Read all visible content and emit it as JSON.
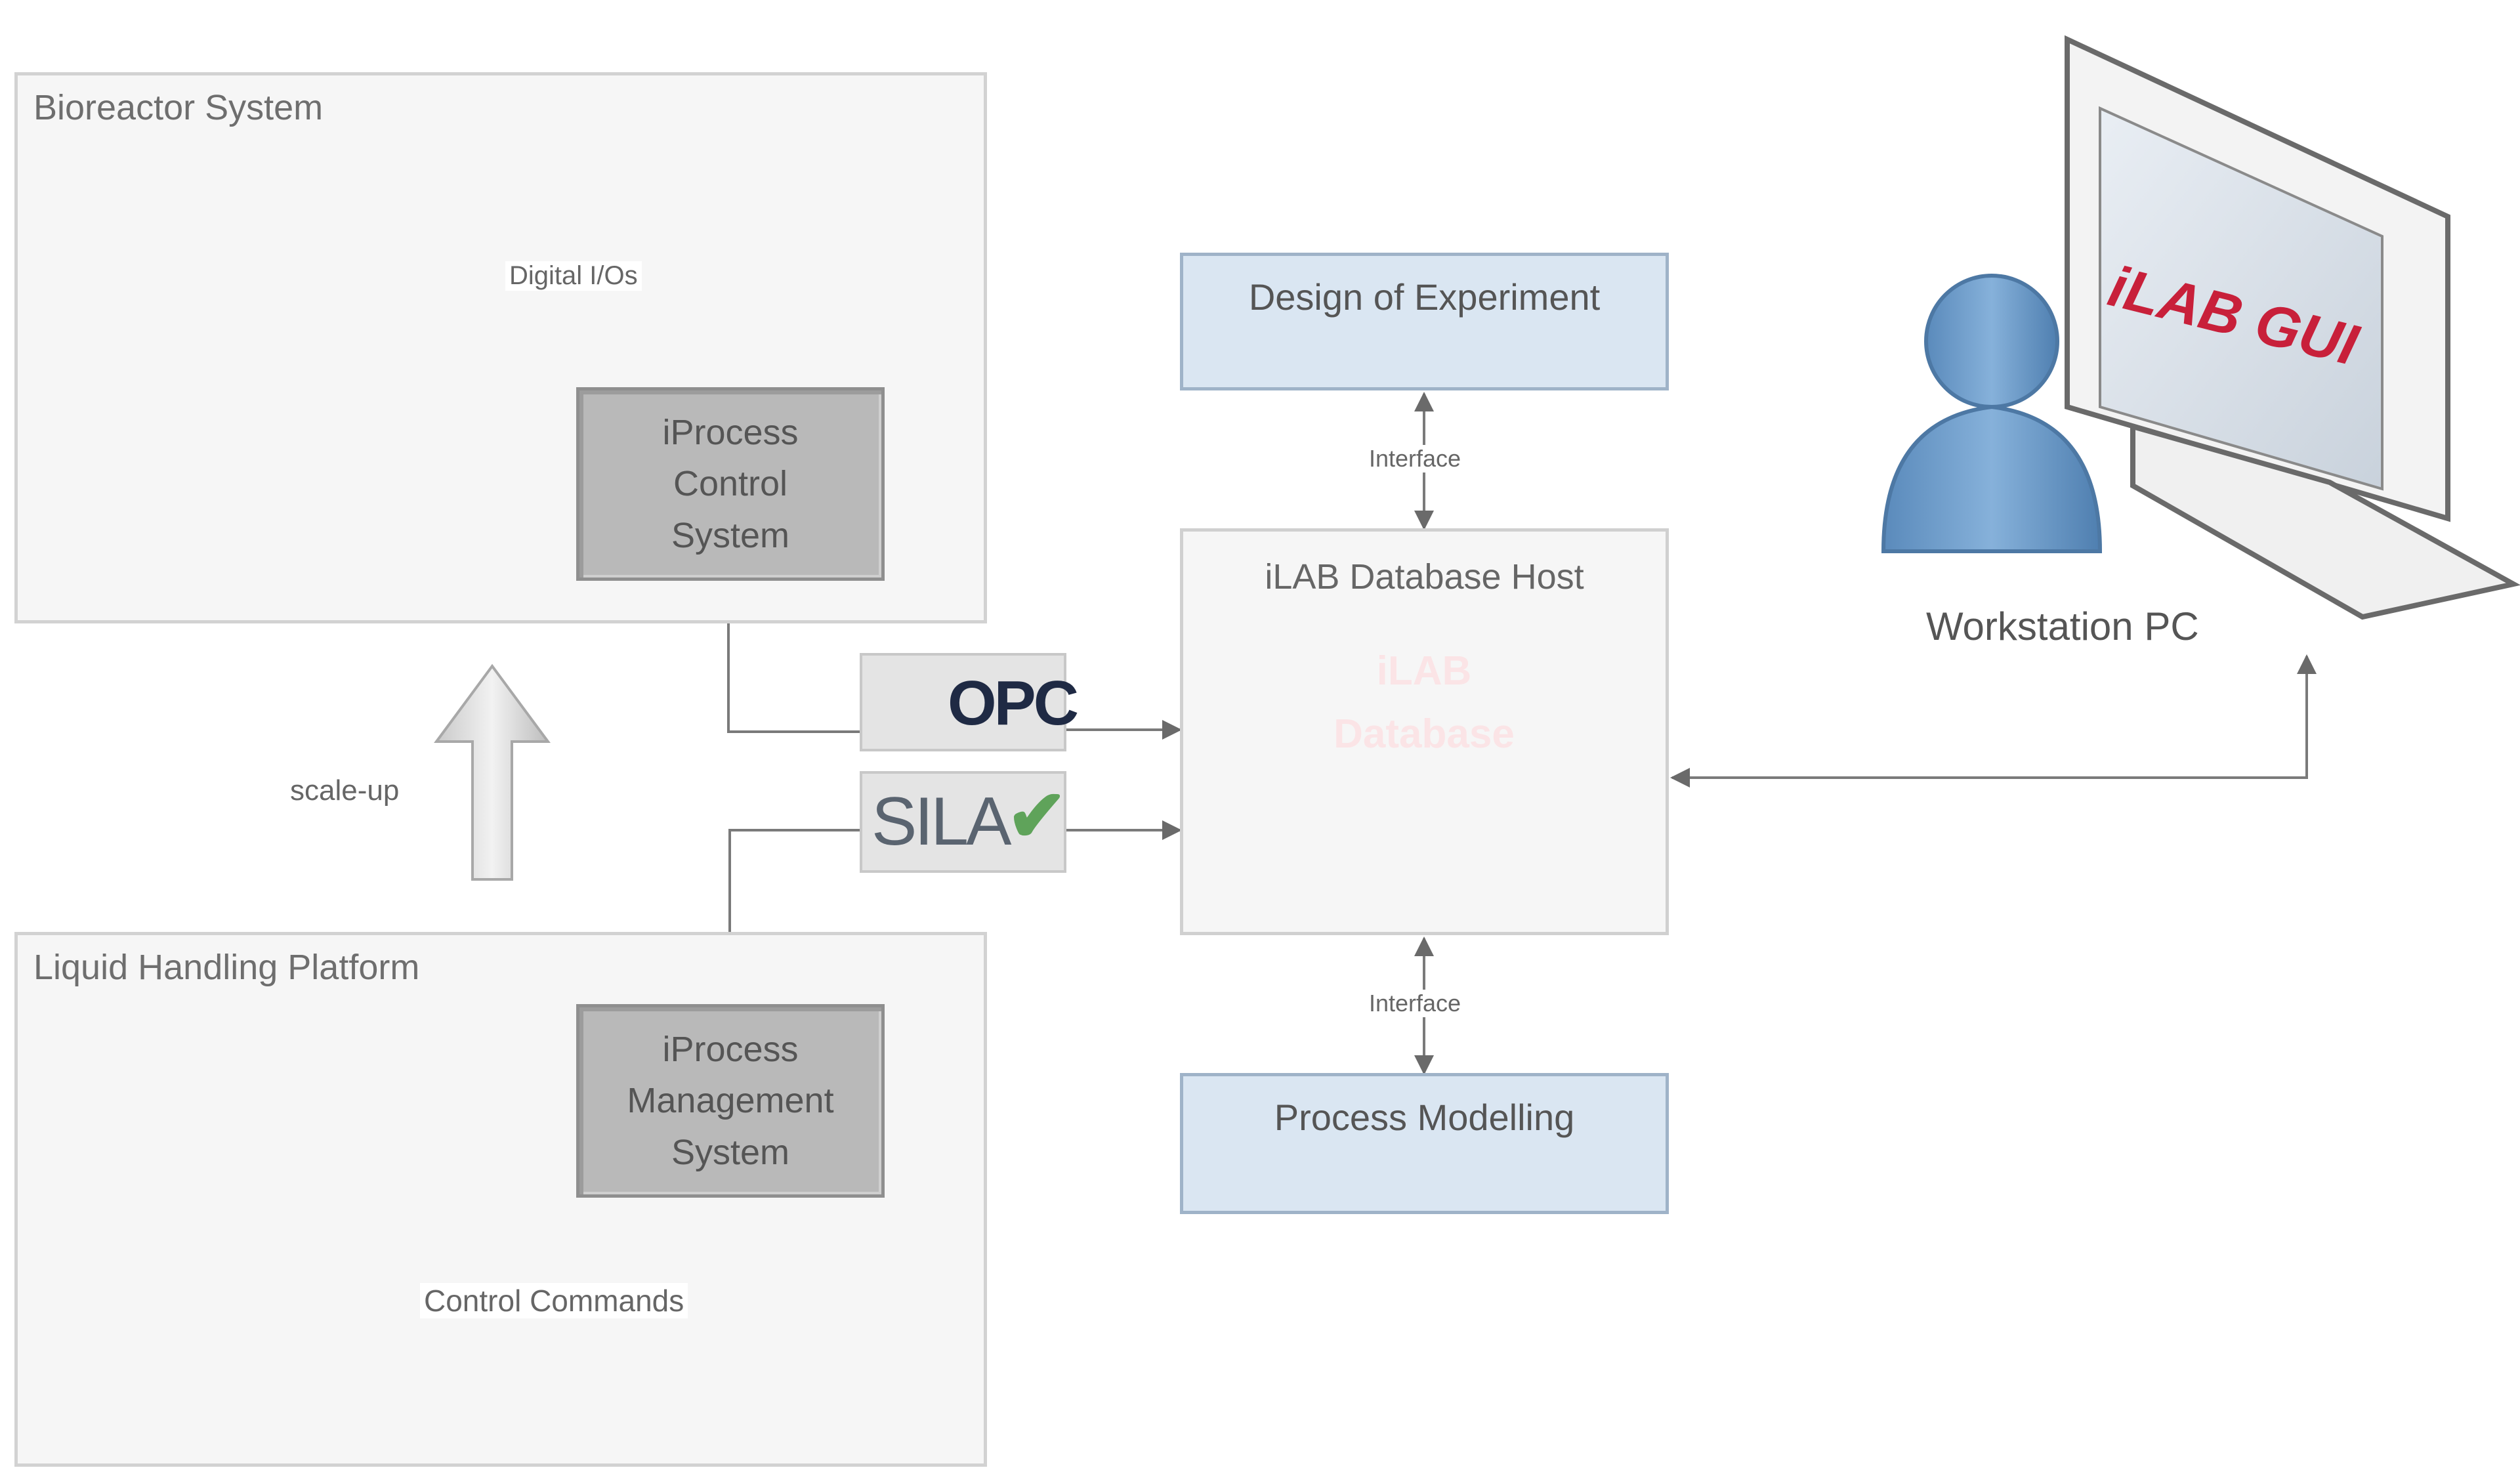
{
  "bioreactor_group": {
    "title": "Bioreactor System"
  },
  "process_control": {
    "line1": "iProcess",
    "line2": "Control",
    "line3": "System"
  },
  "digital_io_label": "Digital I/Os",
  "liquid_group": {
    "title": "Liquid Handling Platform"
  },
  "process_management": {
    "line1": "iProcess",
    "line2": "Management",
    "line3": "System"
  },
  "control_commands_label": "Control Commands",
  "scale_up_label": "scale-up",
  "opc_logo": {
    "text": "OPC"
  },
  "sila_logo": {
    "text": "SILA",
    "check": "✔"
  },
  "design_of_experiment": {
    "label": "Design of Experiment"
  },
  "interface_top_label": "Interface",
  "host": {
    "title": "iLAB Database Host",
    "db_line1": "iLAB",
    "db_line2": "Database"
  },
  "interface_bottom_label": "Interface",
  "process_modelling": {
    "label": "Process Modelling"
  },
  "workstation": {
    "label": "Workstation PC",
    "screen_text": "iLAB GUI"
  },
  "colors": {
    "database_red": "#c0182a",
    "box_blue": "#dae6f2",
    "user_blue": "#6d9ccc",
    "gui_text": "#c8203a"
  },
  "icons": [
    "bioreactor-vessel-icon",
    "liquid-handler-icon",
    "user-icon",
    "monitor-icon",
    "database-icon",
    "scale-up-arrow-icon"
  ]
}
